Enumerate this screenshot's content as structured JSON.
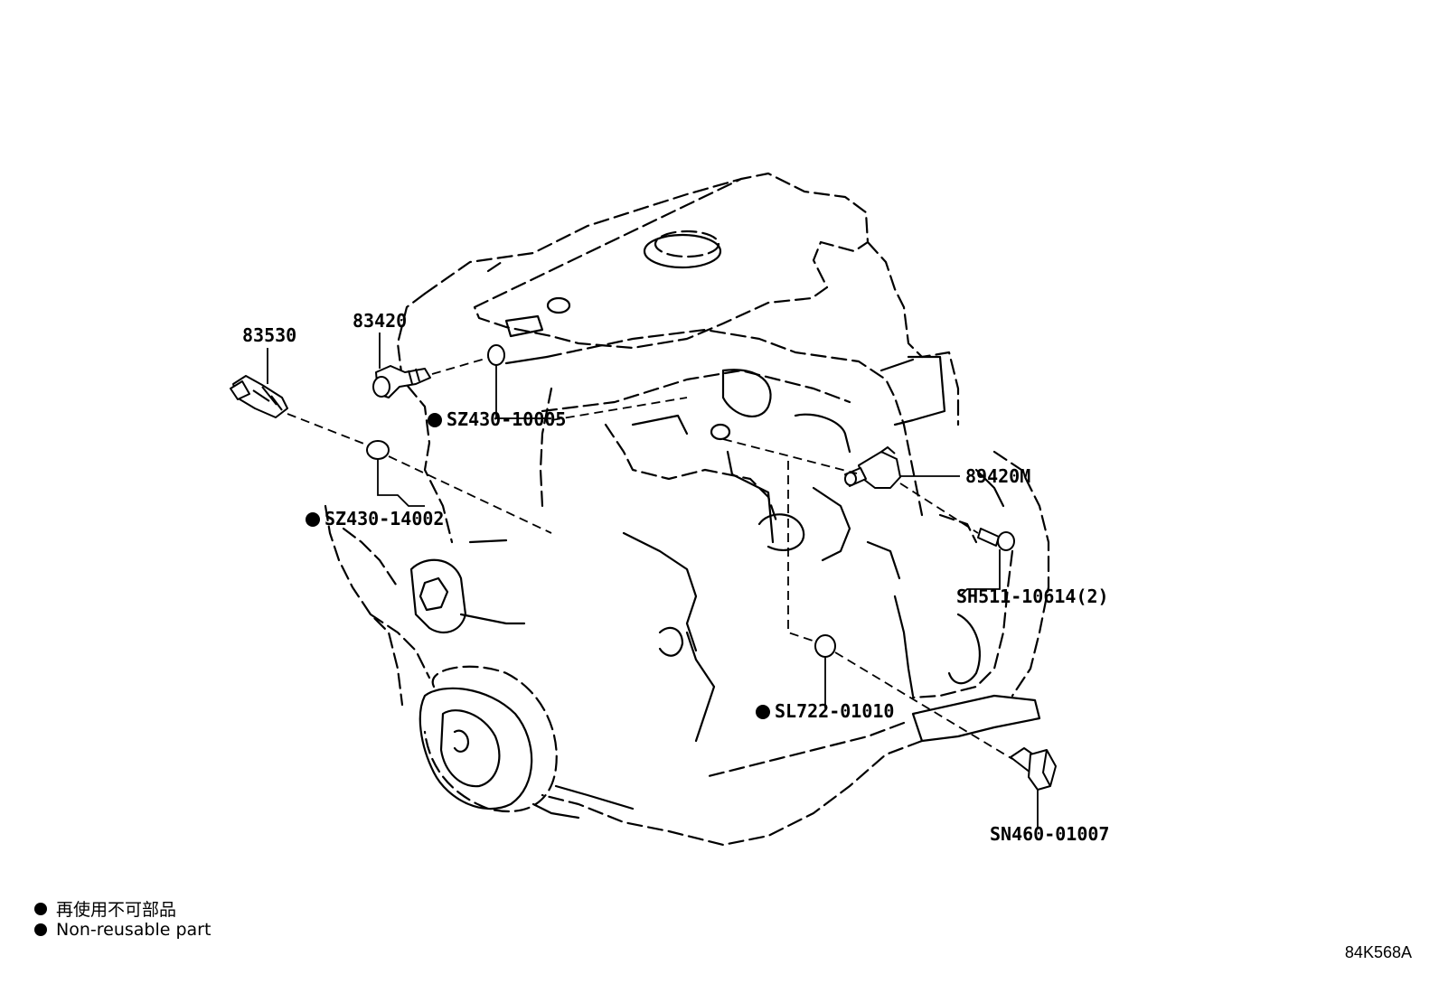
{
  "callouts": {
    "p83530": "83530",
    "p83420": "83420",
    "sz430_10005": "SZ430-10005",
    "sz430_14002": "SZ430-14002",
    "p89420m": "89420M",
    "sh511": "SH511-10614(2)",
    "sl722": "SL722-01010",
    "sn460": "SN460-01007"
  },
  "legend": {
    "japanese": "再使用不可部品",
    "english": "Non-reusable part"
  },
  "illustration_code": "84K568A"
}
